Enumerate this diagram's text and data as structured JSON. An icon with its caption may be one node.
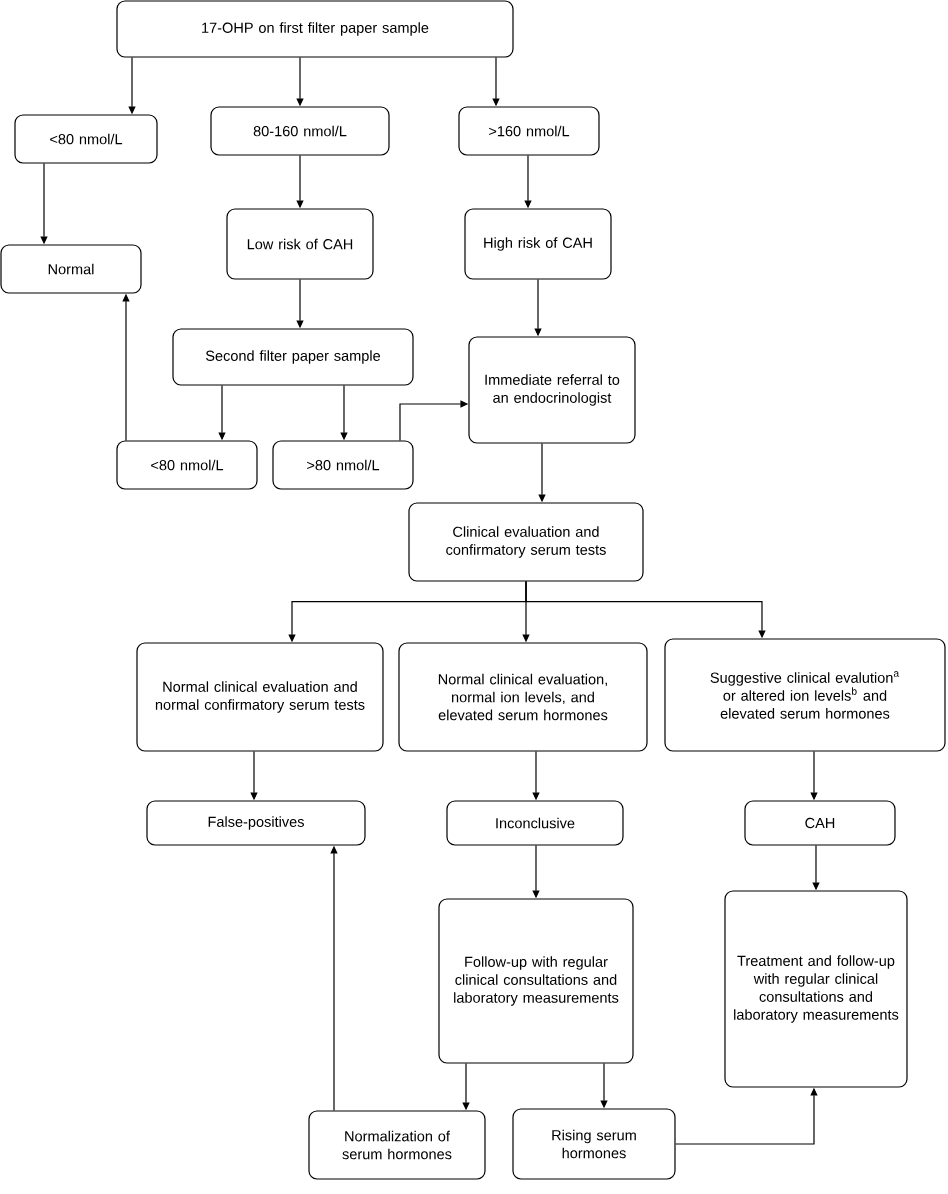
{
  "diagram": {
    "nodes": [
      {
        "text": [
          "17-OHP on first filter paper sample"
        ]
      },
      {
        "text": [
          "<80 nmol/L"
        ]
      },
      {
        "text": [
          "80-160 nmol/L"
        ]
      },
      {
        "text": [
          ">160 nmol/L"
        ]
      },
      {
        "text": [
          "Normal"
        ]
      },
      {
        "text": [
          "Low risk of CAH"
        ]
      },
      {
        "text": [
          "High risk of CAH"
        ]
      },
      {
        "text": [
          "Second filter paper sample"
        ]
      },
      {
        "text": [
          "Immediate referral to an endocrinologist"
        ]
      },
      {
        "text": [
          "<80 nmol/L"
        ]
      },
      {
        "text": [
          ">80 nmol/L"
        ]
      },
      {
        "text": [
          "Clinical evaluation and confirmatory serum tests"
        ]
      },
      {
        "text": [
          "Normal clinical evaluation and normal confirmatory serum tests"
        ]
      },
      {
        "text": [
          "Normal clinical evaluation, normal ion levels, and elevated serum hormones"
        ]
      },
      {
        "text": [
          "Suggestive clinical evalution$^{a}$ or altered ion levels$^{b}$ and elevated serum hormones"
        ]
      },
      {
        "text": [
          "False-positives"
        ]
      },
      {
        "text": [
          "Inconclusive"
        ]
      },
      {
        "text": [
          "CAH"
        ]
      },
      {
        "text": [
          "Follow-up with regular clinical consultations and laboratory measurements"
        ]
      },
      {
        "text": [
          "Treatment and follow-up with regular clinical consultations and laboratory measurements"
        ]
      },
      {
        "text": [
          "Normalization of serum hormones"
        ]
      },
      {
        "text": [
          "Rising serum hormones"
        ]
      }
    ],
    "edges": [
      {
        "from": 0,
        "to": 1,
        "arrow": "to"
      },
      {
        "from": 0,
        "to": 2,
        "arrow": "to"
      },
      {
        "from": 0,
        "to": 3,
        "arrow": "to"
      },
      {
        "from": 1,
        "to": 4,
        "arrow": "to"
      },
      {
        "from": 2,
        "to": 5,
        "arrow": "to"
      },
      {
        "from": 3,
        "to": 6,
        "arrow": "to"
      },
      {
        "from": 5,
        "to": 7,
        "arrow": "to"
      },
      {
        "from": 6,
        "to": 8,
        "arrow": "to"
      },
      {
        "from": 7,
        "to": 9,
        "arrow": "to"
      },
      {
        "from": 7,
        "to": 10,
        "arrow": "to"
      },
      {
        "from": 9,
        "to": 4,
        "arrow": "to"
      },
      {
        "from": 10,
        "to": 8,
        "arrow": "to"
      },
      {
        "from": 8,
        "to": 11,
        "arrow": "to"
      },
      {
        "from": 11,
        "to": 12,
        "arrow": "to"
      },
      {
        "from": 11,
        "to": 13,
        "arrow": "to"
      },
      {
        "from": 11,
        "to": 14,
        "arrow": "to"
      },
      {
        "from": 12,
        "to": 15,
        "arrow": "to"
      },
      {
        "from": 13,
        "to": 16,
        "arrow": "to"
      },
      {
        "from": 14,
        "to": 17,
        "arrow": "to"
      },
      {
        "from": 16,
        "to": 18,
        "arrow": "to"
      },
      {
        "from": 17,
        "to": 19,
        "arrow": "to"
      },
      {
        "from": 18,
        "to": 20,
        "arrow": "to"
      },
      {
        "from": 18,
        "to": 21,
        "arrow": "to"
      },
      {
        "from": 20,
        "to": 15,
        "arrow": "to"
      },
      {
        "from": 21,
        "to": 19,
        "arrow": "to"
      }
    ]
  }
}
